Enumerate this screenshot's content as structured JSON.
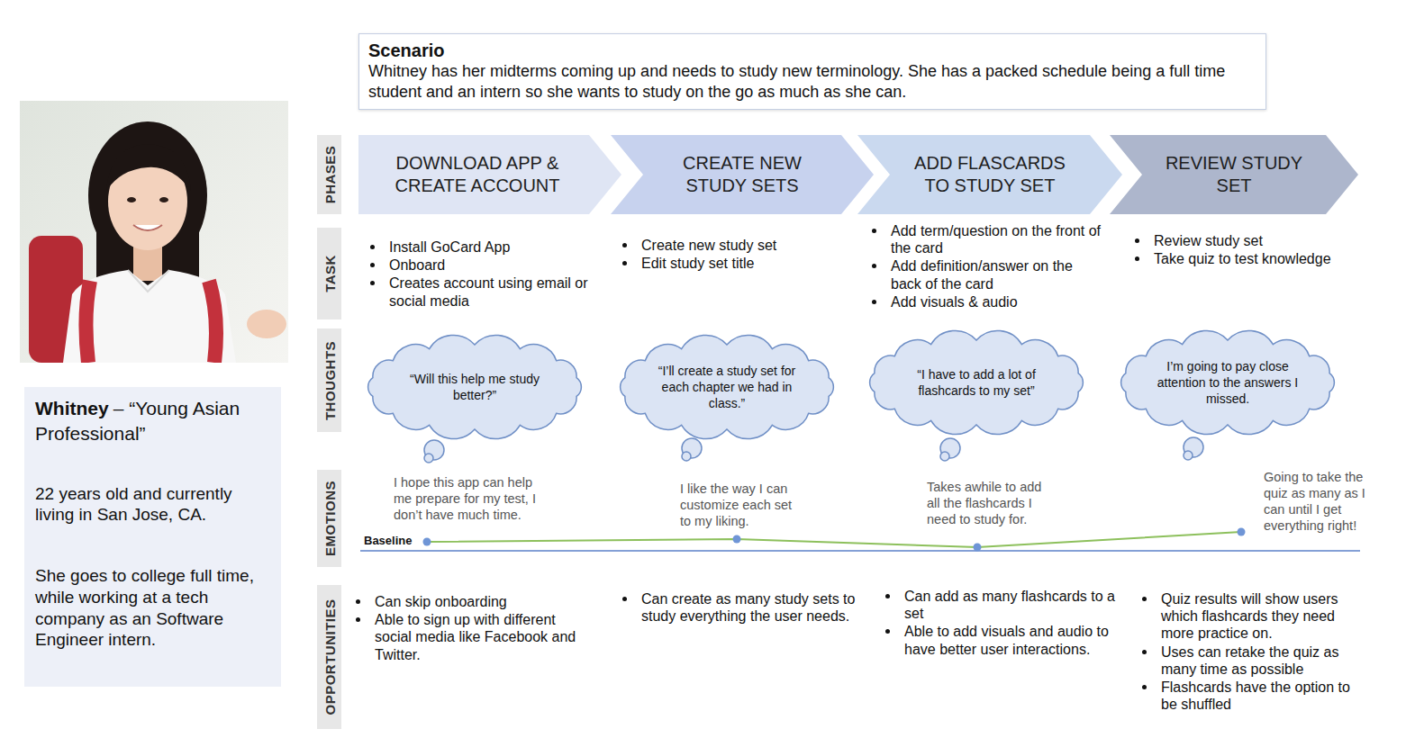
{
  "diagram": {
    "nodes": [
      {
        "text": [
          "Scenario",
          "Whitney has her midterms coming up and needs to study new terminology. She has a packed schedule being a full time student and an intern so she wants to study on the go as much as she can."
        ]
      },
      {
        "text": [
          "PHASES"
        ]
      },
      {
        "text": [
          "DOWNLOAD APP & CREATE ACCOUNT"
        ]
      },
      {
        "text": [
          "CREATE NEW STUDY SETS"
        ]
      },
      {
        "text": [
          "ADD FLASCARDS TO STUDY SET"
        ]
      },
      {
        "text": [
          "REVIEW STUDY SET"
        ]
      },
      {
        "text": [
          "TASK"
        ]
      },
      {
        "text": [
          "THOUGHTS"
        ]
      },
      {
        "text": [
          "“Will this help me study better?”"
        ]
      },
      {
        "text": [
          "“I’ll create a study set for each chapter we had in class.”"
        ]
      },
      {
        "text": [
          "“I have to add a lot of flashcards to my set”"
        ]
      },
      {
        "text": [
          "I’m going to pay close attention to the answers I missed."
        ]
      },
      {
        "text": [
          "EMOTIONS"
        ]
      },
      {
        "text": [
          "OPPORTUNITIES"
        ]
      },
      {
        "text": [
          "Whitney",
          "– “Young Asian Professional”",
          "22 years old and currently living in San Jose, CA.",
          "She goes to college full time, while working at a tech company as an Software Engineer intern."
        ]
      }
    ],
    "labels": [
      "Install GoCard App",
      "Onboard",
      "Creates account using email or social media",
      "Create new study set",
      "Edit study set title",
      "Add term/question on the front of the card",
      "Add definition/answer on the back of the card",
      "Add visuals & audio",
      "Review study set",
      "Take quiz to test knowledge",
      "I hope this app can help me prepare for my test, I don’t have much time.",
      "I like the way I can customize each set to my liking.",
      "Takes awhile to add all the flashcards I need to study for.",
      "Going to take the quiz as many as I can until I get everything right!",
      "Baseline",
      "Can skip onboarding",
      "Able to sign up with different social media like Facebook and Twitter.",
      "Can create as many study sets to study everything the user needs.",
      "Can add as many flashcards to a set",
      "Able to add visuals and audio to have better user interactions.",
      "Quiz results will show users which flashcards they need more practice on.",
      "Uses can retake the quiz as many time as possible",
      "Flashcards have the option to be shuffled"
    ]
  }
}
